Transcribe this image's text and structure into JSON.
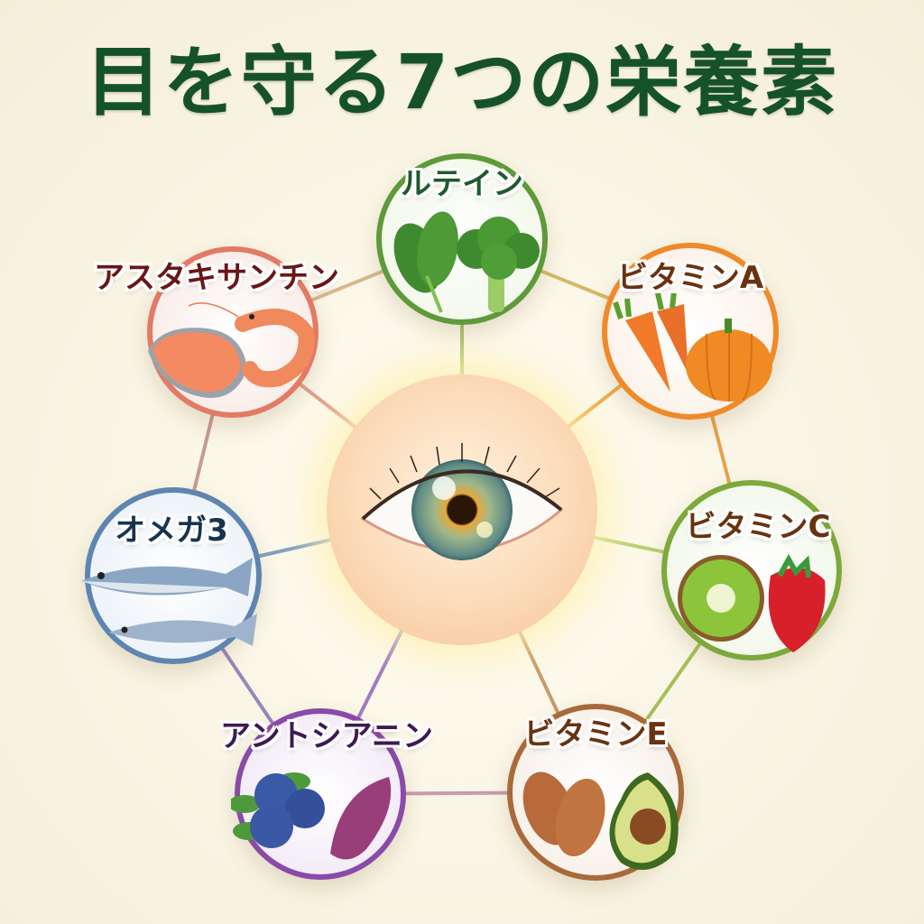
{
  "title": "目を守る7つの栄養素",
  "center": {
    "icon": "eye-icon",
    "description": "human eye"
  },
  "nutrients": [
    {
      "id": "lutein",
      "label": "ルテイン",
      "color": "#5e9a3a",
      "text_color": "#1f5a2a",
      "foods": [
        "spinach",
        "broccoli"
      ]
    },
    {
      "id": "vitamin-a",
      "label": "ビタミンA",
      "color": "#ef8a2a",
      "text_color": "#6a3210",
      "foods": [
        "carrot",
        "carrot",
        "pumpkin"
      ]
    },
    {
      "id": "vitamin-c",
      "label": "ビタミンC",
      "color": "#7da83b",
      "text_color": "#6a3210",
      "foods": [
        "kiwi",
        "strawberry"
      ]
    },
    {
      "id": "vitamin-e",
      "label": "ビタミンE",
      "color": "#a86a3a",
      "text_color": "#6a3210",
      "foods": [
        "almond",
        "almond",
        "avocado"
      ]
    },
    {
      "id": "anthocyanin",
      "label": "アントシアニン",
      "color": "#8a4aa8",
      "text_color": "#3e1a55",
      "foods": [
        "blueberry",
        "sweet-potato"
      ]
    },
    {
      "id": "omega3",
      "label": "オメガ3",
      "color": "#5d85b0",
      "text_color": "#17344f",
      "foods": [
        "mackerel",
        "sardine"
      ]
    },
    {
      "id": "astaxanthin",
      "label": "アスタキサンチン",
      "color": "#e27a66",
      "text_color": "#6a1616",
      "foods": [
        "salmon",
        "shrimp"
      ]
    }
  ]
}
